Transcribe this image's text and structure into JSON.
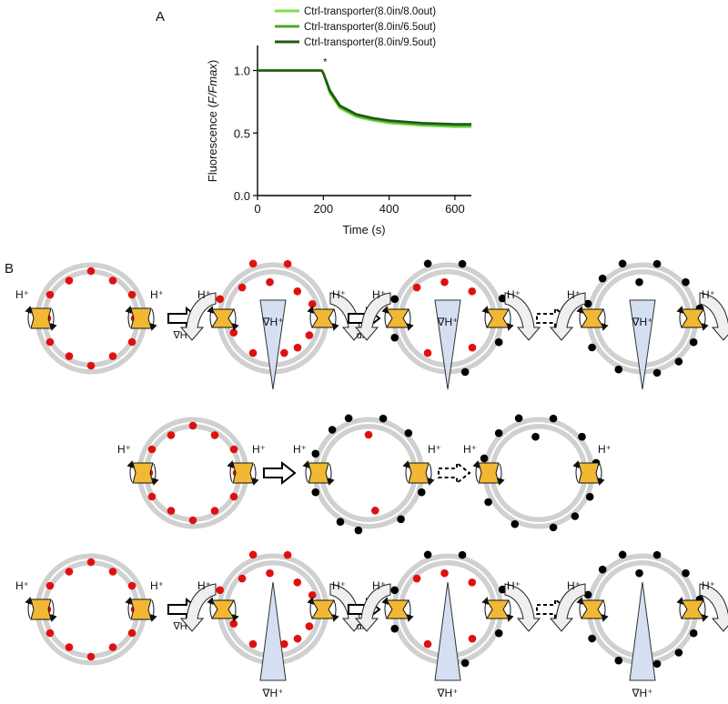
{
  "panel_a_label": "A",
  "panel_b_label": "B",
  "chart_data": {
    "type": "line",
    "x_ticks": [
      0,
      200,
      400,
      600
    ],
    "y_ticks": [
      "0.0",
      "0.5",
      "1.0"
    ],
    "xlim": [
      0,
      650
    ],
    "ylim": [
      0,
      1.2
    ],
    "xlabel": "Time (s)",
    "ylabel_prefix": "Fluorescence (",
    "ylabel_italic": "F/Fmax",
    "ylabel_suffix": ")",
    "annotation": "*",
    "annotation_x": 200,
    "legend_position": "top-right",
    "grid": false,
    "series": [
      {
        "name": "Ctrl-transporter(8.0in/8.0out)",
        "color": "#7fe048",
        "x": [
          0,
          195,
          200,
          220,
          250,
          300,
          350,
          400,
          500,
          600,
          650
        ],
        "y": [
          1.0,
          1.0,
          0.98,
          0.82,
          0.7,
          0.63,
          0.6,
          0.58,
          0.56,
          0.55,
          0.55
        ]
      },
      {
        "name": "Ctrl-transporter(8.0in/6.5out)",
        "color": "#4aa82e",
        "x": [
          0,
          195,
          200,
          220,
          250,
          300,
          350,
          400,
          500,
          600,
          650
        ],
        "y": [
          1.0,
          1.0,
          0.98,
          0.83,
          0.71,
          0.64,
          0.61,
          0.59,
          0.57,
          0.56,
          0.56
        ]
      },
      {
        "name": "Ctrl-transporter(8.0in/9.5out)",
        "color": "#1f5a14",
        "x": [
          0,
          195,
          200,
          220,
          250,
          300,
          350,
          400,
          500,
          600,
          650
        ],
        "y": [
          1.0,
          1.0,
          0.98,
          0.84,
          0.72,
          0.65,
          0.62,
          0.6,
          0.58,
          0.57,
          0.57
        ]
      }
    ]
  },
  "diagram": {
    "h_plus": "H⁺",
    "grad_label": "∇H⁺",
    "dit_label": "dit.",
    "colors": {
      "membrane": "#d0d0d0",
      "transporter": "#f2b834",
      "red_dot": "#e01010",
      "black_dot": "#000000",
      "triangle": "#d4e0f2"
    }
  }
}
